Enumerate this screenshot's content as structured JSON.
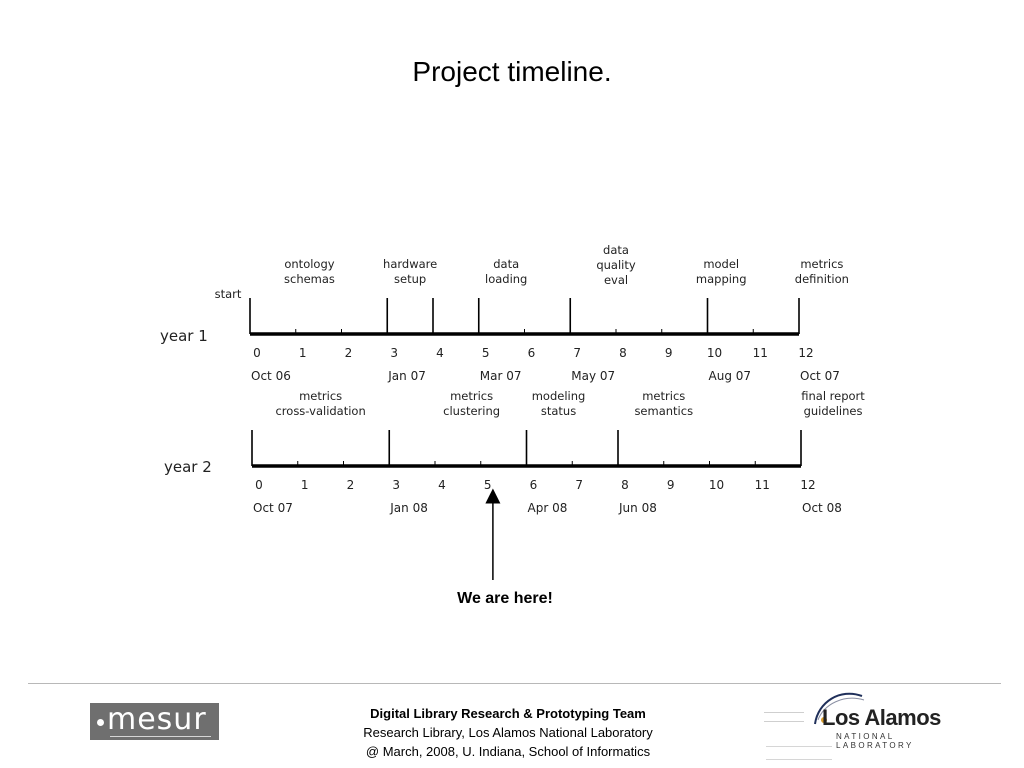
{
  "slide": {
    "title": "Project timeline.",
    "here_label": "We are here!"
  },
  "timeline": {
    "years": [
      {
        "label": "year 1",
        "ticks": [
          "0",
          "1",
          "2",
          "3",
          "4",
          "5",
          "6",
          "7",
          "8",
          "9",
          "10",
          "11",
          "12"
        ],
        "dates": [
          {
            "at": 0,
            "text": "Oct 06"
          },
          {
            "at": 3,
            "text": "Jan 07"
          },
          {
            "at": 5,
            "text": "Mar 07"
          },
          {
            "at": 7,
            "text": "May 07"
          },
          {
            "at": 10,
            "text": "Aug 07"
          },
          {
            "at": 12,
            "text": "Oct 07"
          }
        ],
        "milestones": [
          {
            "at": 0,
            "lines": [
              "start"
            ]
          },
          {
            "at": 1.3,
            "lines": [
              "ontology",
              "schemas"
            ]
          },
          {
            "at": 3.5,
            "lines": [
              "hardware",
              "setup"
            ]
          },
          {
            "at": 5.6,
            "lines": [
              "data",
              "loading"
            ]
          },
          {
            "at": 8,
            "lines": [
              "data",
              "quality",
              "eval"
            ]
          },
          {
            "at": 10.3,
            "lines": [
              "model",
              "mapping"
            ]
          },
          {
            "at": 12.5,
            "lines": [
              "metrics",
              "definition"
            ]
          }
        ],
        "dividers": [
          0,
          3,
          4,
          5,
          7,
          10,
          12
        ]
      },
      {
        "label": "year 2",
        "ticks": [
          "0",
          "1",
          "2",
          "3",
          "4",
          "5",
          "6",
          "7",
          "8",
          "9",
          "10",
          "11",
          "12"
        ],
        "dates": [
          {
            "at": 0,
            "text": "Oct 07"
          },
          {
            "at": 3,
            "text": "Jan 08"
          },
          {
            "at": 6,
            "text": "Apr 08"
          },
          {
            "at": 8,
            "text": "Jun 08"
          },
          {
            "at": 12,
            "text": "Oct 08"
          }
        ],
        "milestones": [
          {
            "at": 1.5,
            "lines": [
              "metrics",
              "cross-validation"
            ]
          },
          {
            "at": 4.8,
            "lines": [
              "metrics",
              "clustering"
            ]
          },
          {
            "at": 6.7,
            "lines": [
              "modeling",
              "status"
            ]
          },
          {
            "at": 9,
            "lines": [
              "metrics",
              "semantics"
            ]
          },
          {
            "at": 12.7,
            "lines": [
              "final report",
              "guidelines"
            ]
          }
        ],
        "dividers": [
          0,
          3,
          6,
          8,
          12
        ]
      }
    ],
    "current_marker": {
      "year": 2,
      "at": 5.2
    }
  },
  "footer": {
    "team": "Digital Library Research & Prototyping Team",
    "lab": "Research Library, Los Alamos National Laboratory",
    "event": "@ March, 2008, U. Indiana, School of Informatics"
  },
  "logos": {
    "mesur": "mesur",
    "lanl_name": "Los Alamos",
    "lanl_sub": "NATIONAL LABORATORY"
  }
}
